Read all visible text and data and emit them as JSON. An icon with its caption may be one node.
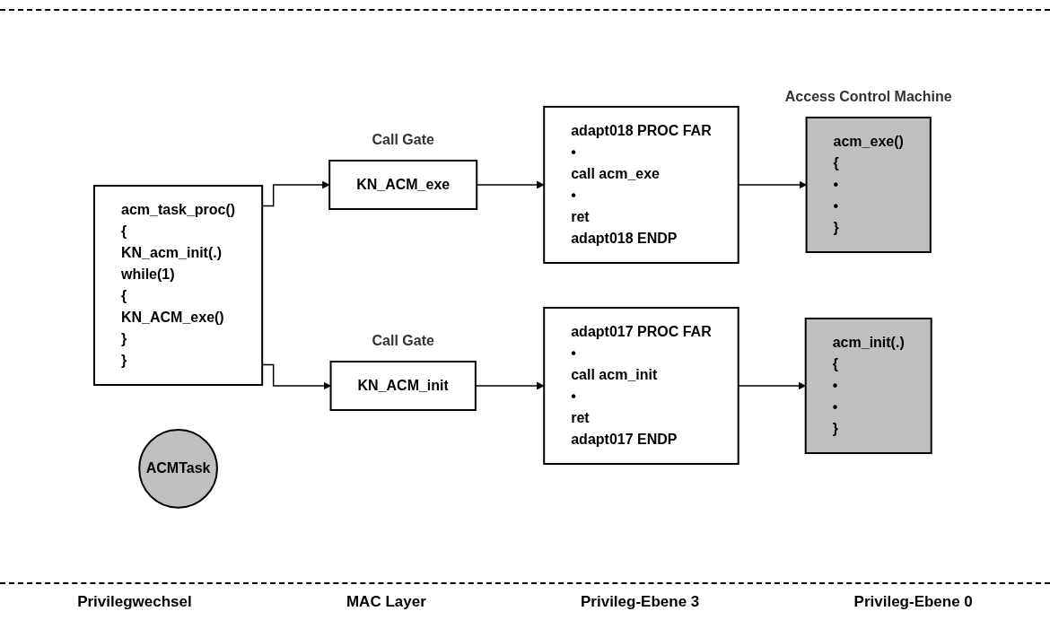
{
  "diagram": {
    "nodes": [
      {
        "text": [
          "acm_task_proc()",
          "{",
          "KN_acm_init(.)",
          "while(1)",
          "{",
          "KN_ACM_exe()",
          "}",
          "}"
        ]
      },
      {
        "text": [
          "KN_ACM_init"
        ],
        "beside": [
          "Call Gate"
        ]
      },
      {
        "text": [
          "KN_ACM_exe"
        ],
        "beside": [
          "Call Gate"
        ]
      },
      {
        "text": [
          "adapt017 PROC FAR",
          "•",
          "call acm_init",
          "•",
          "ret",
          "adapt017 ENDP"
        ]
      },
      {
        "text": [
          "acm_init(.)",
          "{",
          "•",
          "•",
          "}"
        ]
      },
      {
        "text": [
          "adapt018 PROC FAR",
          "•",
          "call acm_exe",
          "•",
          "ret",
          "adapt018 ENDP"
        ]
      },
      {
        "text": [
          "acm_exe()",
          "{",
          "•",
          "•",
          "}"
        ],
        "beside": [
          "Access Control Machine"
        ]
      },
      {
        "text": [
          "ACMTask"
        ]
      }
    ],
    "edges": [
      {
        "from": 0,
        "to": 1,
        "arrow": "to"
      },
      {
        "from": 0,
        "to": 2,
        "arrow": "to"
      },
      {
        "from": 1,
        "to": 3,
        "arrow": "to"
      },
      {
        "from": 2,
        "to": 5,
        "arrow": "to"
      },
      {
        "from": 3,
        "to": 4,
        "arrow": "to"
      },
      {
        "from": 5,
        "to": 6,
        "arrow": "to"
      }
    ],
    "labels": [
      "Privilegwechsel",
      "MAC Layer",
      "Privileg-Ebene 3",
      "Privileg-Ebene 0"
    ]
  }
}
